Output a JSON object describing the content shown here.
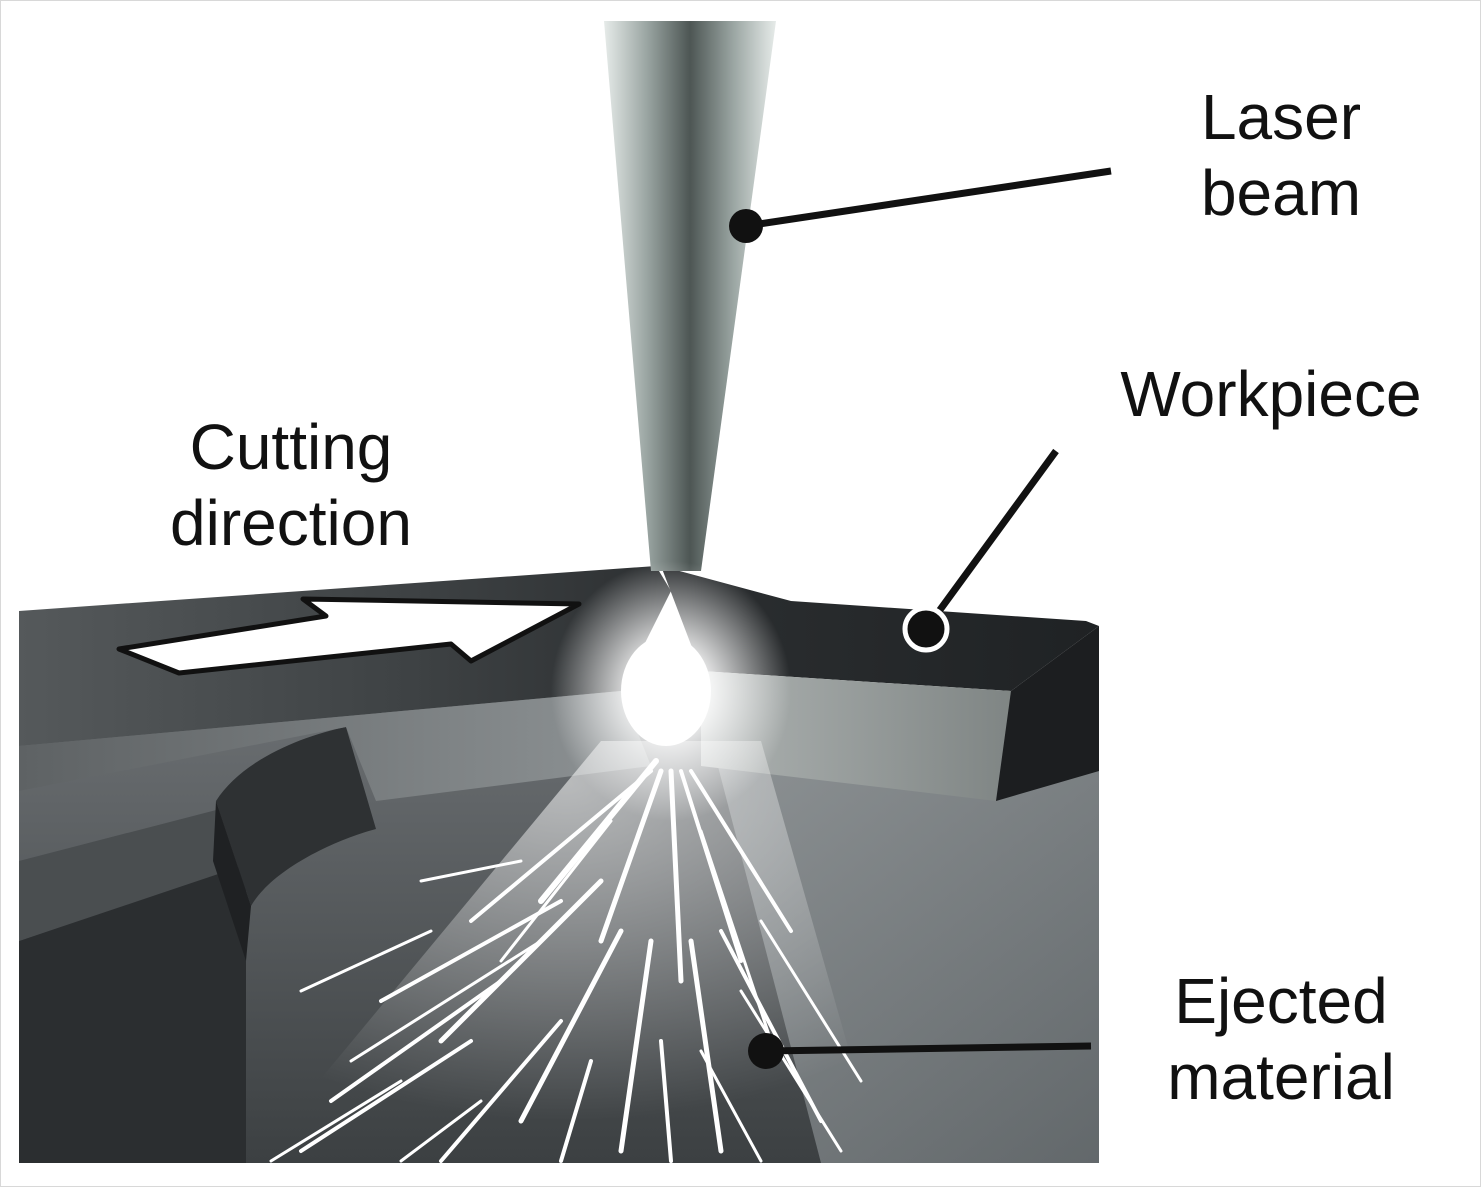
{
  "labels": {
    "laser_beam": {
      "line1": "Laser",
      "line2": "beam"
    },
    "workpiece": "Workpiece",
    "cutting_direction": {
      "line1": "Cutting",
      "line2": "direction"
    },
    "ejected_material": {
      "line1": "Ejected",
      "line2": "material"
    }
  },
  "colors": {
    "background": "#ffffff",
    "text": "#111111",
    "workpiece_dark": "#2a2c2e",
    "workpiece_mid": "#6e7274",
    "beam": "#5d6664",
    "spark": "#ffffff"
  },
  "icons": {
    "arrow": "cutting-direction-arrow",
    "callout_dot": "callout-dot"
  }
}
